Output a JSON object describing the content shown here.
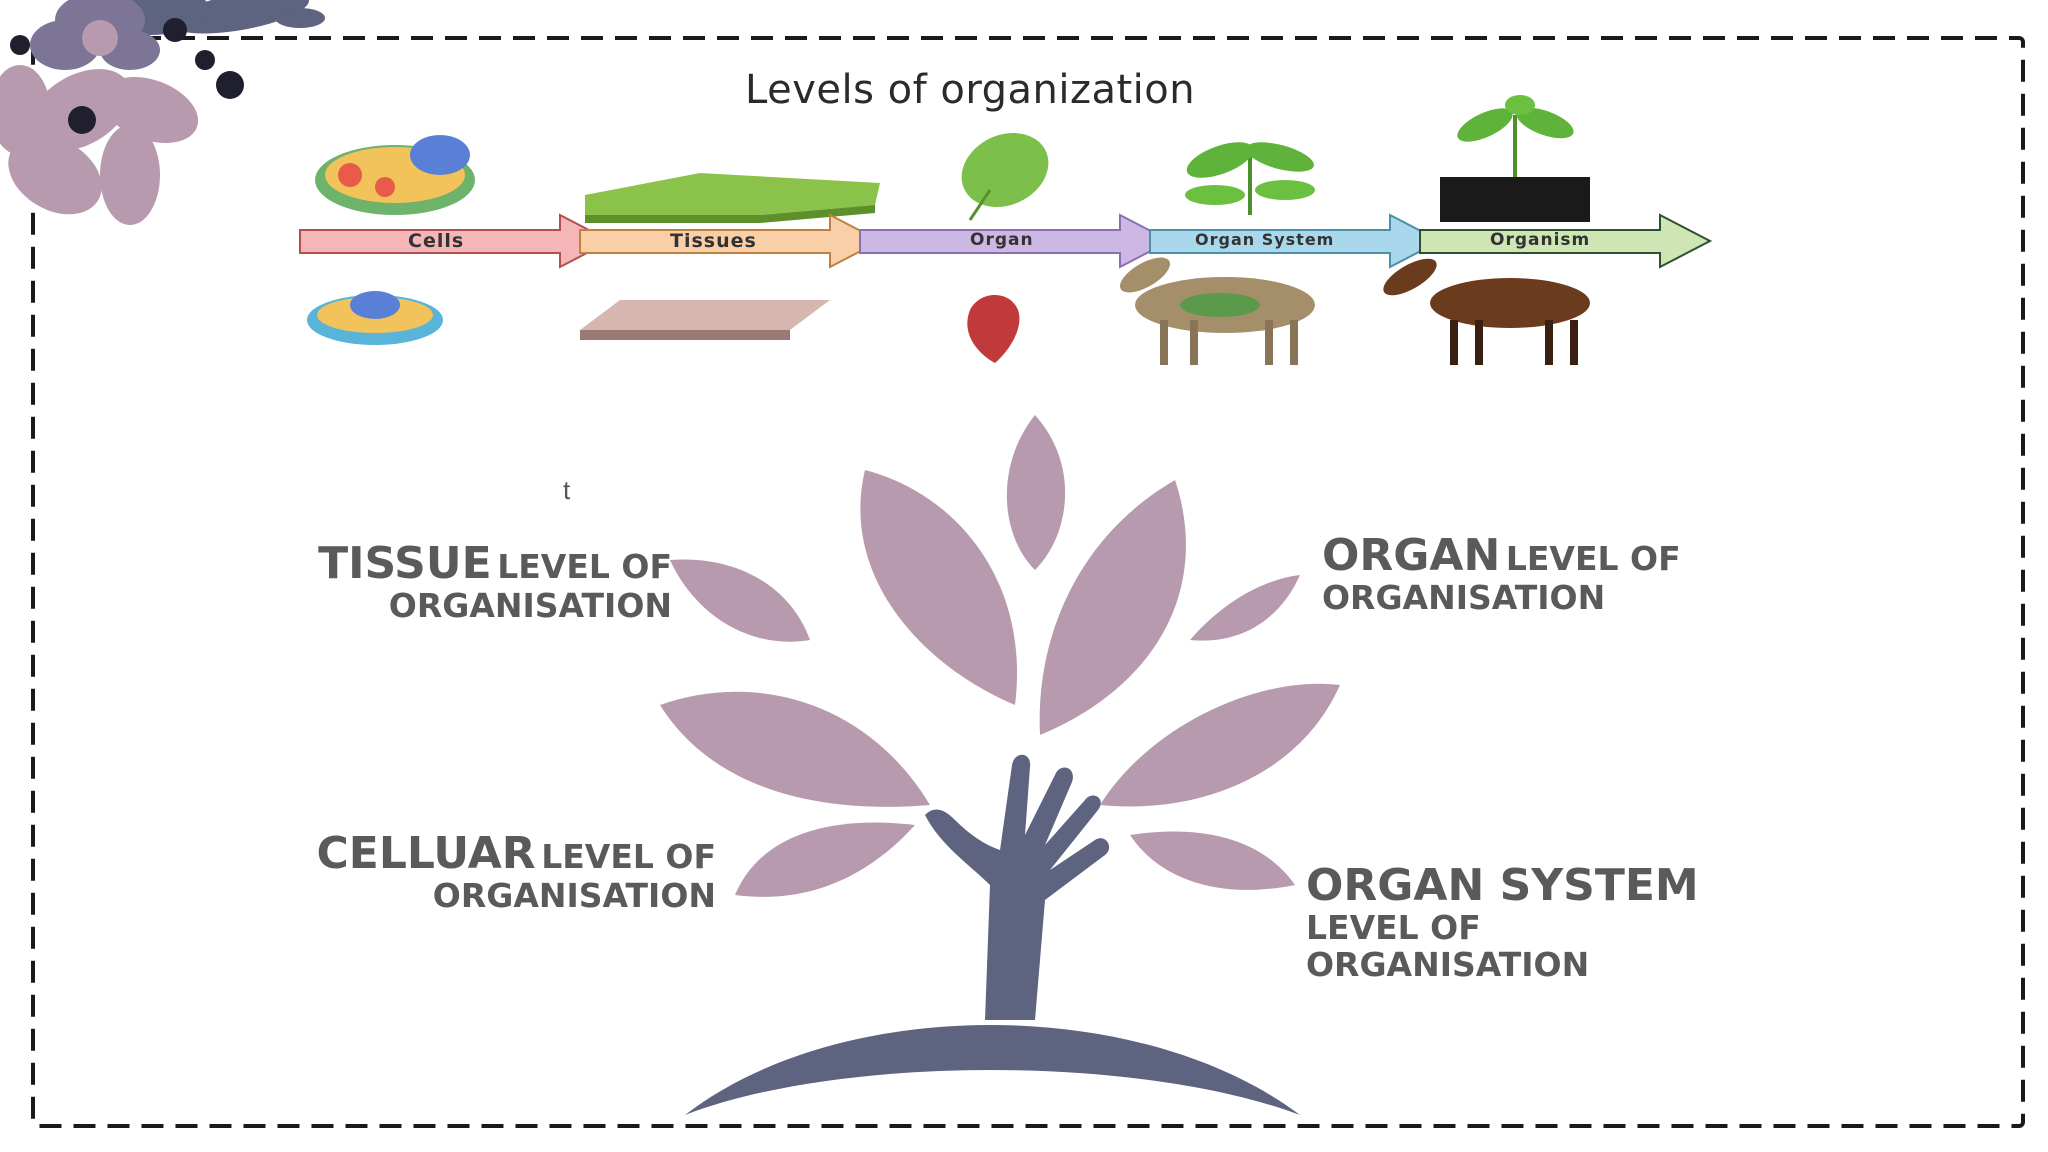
{
  "figure": {
    "title": "Levels of organization",
    "arrow_labels": [
      "Cells",
      "Tissues",
      "Organ",
      "Organ System",
      "Organism"
    ],
    "arrow_colors": [
      "#f4b6b6",
      "#f8cfa6",
      "#cdb8e3",
      "#a9d8ec",
      "#cde6b3"
    ]
  },
  "stray_text": "t",
  "labels": {
    "tissue": {
      "main": "TISSUE",
      "rest": "LEVEL OF",
      "line2": "ORGANISATION"
    },
    "cellular": {
      "main": "CELLUAR",
      "rest": "LEVEL OF",
      "line2": "ORGANISATION"
    },
    "organ": {
      "main": "ORGAN",
      "rest": "LEVEL OF",
      "line2": "ORGANISATION"
    },
    "organ_system": {
      "main": "ORGAN SYSTEM",
      "line2": "LEVEL OF",
      "line3": "ORGANISATION"
    }
  },
  "colors": {
    "leaf": "#b89aae",
    "hand": "#5e6380",
    "text": "#5a5a5a",
    "frame": "#1a1a1a"
  }
}
